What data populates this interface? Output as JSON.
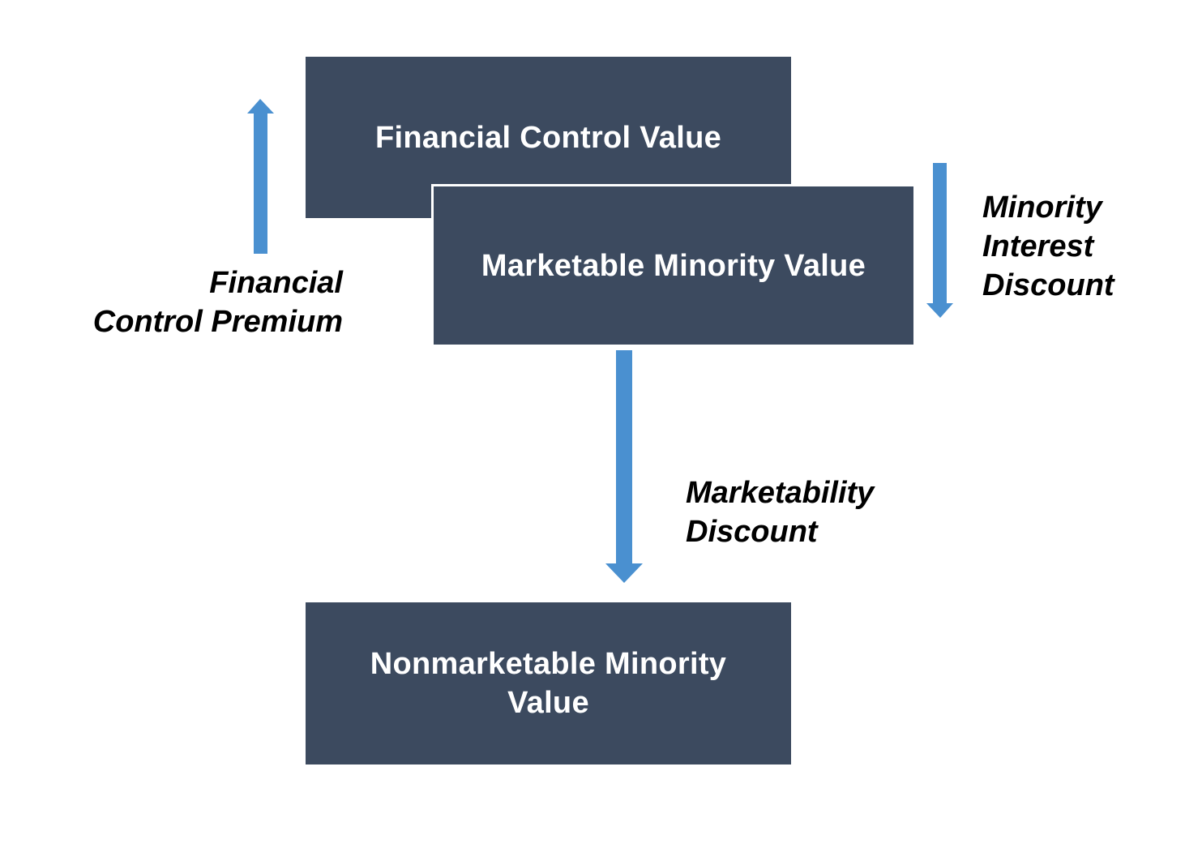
{
  "colors": {
    "box_fill": "#3c4a5f",
    "arrow": "#4a90d0",
    "box_text": "#ffffff",
    "label_text": "#000000"
  },
  "boxes": {
    "financial_control_value": "Financial Control Value",
    "marketable_minority_value": "Marketable Minority Value",
    "nonmarketable_minority_value": "Nonmarketable Minority Value"
  },
  "arrows": {
    "financial_control_premium": {
      "direction": "up",
      "label_lines": [
        "Financial",
        "Control Premium"
      ]
    },
    "minority_interest_discount": {
      "direction": "down",
      "label_lines": [
        "Minority",
        "Interest",
        "Discount"
      ]
    },
    "marketability_discount": {
      "direction": "down",
      "label_lines": [
        "Marketability",
        "Discount"
      ]
    }
  }
}
